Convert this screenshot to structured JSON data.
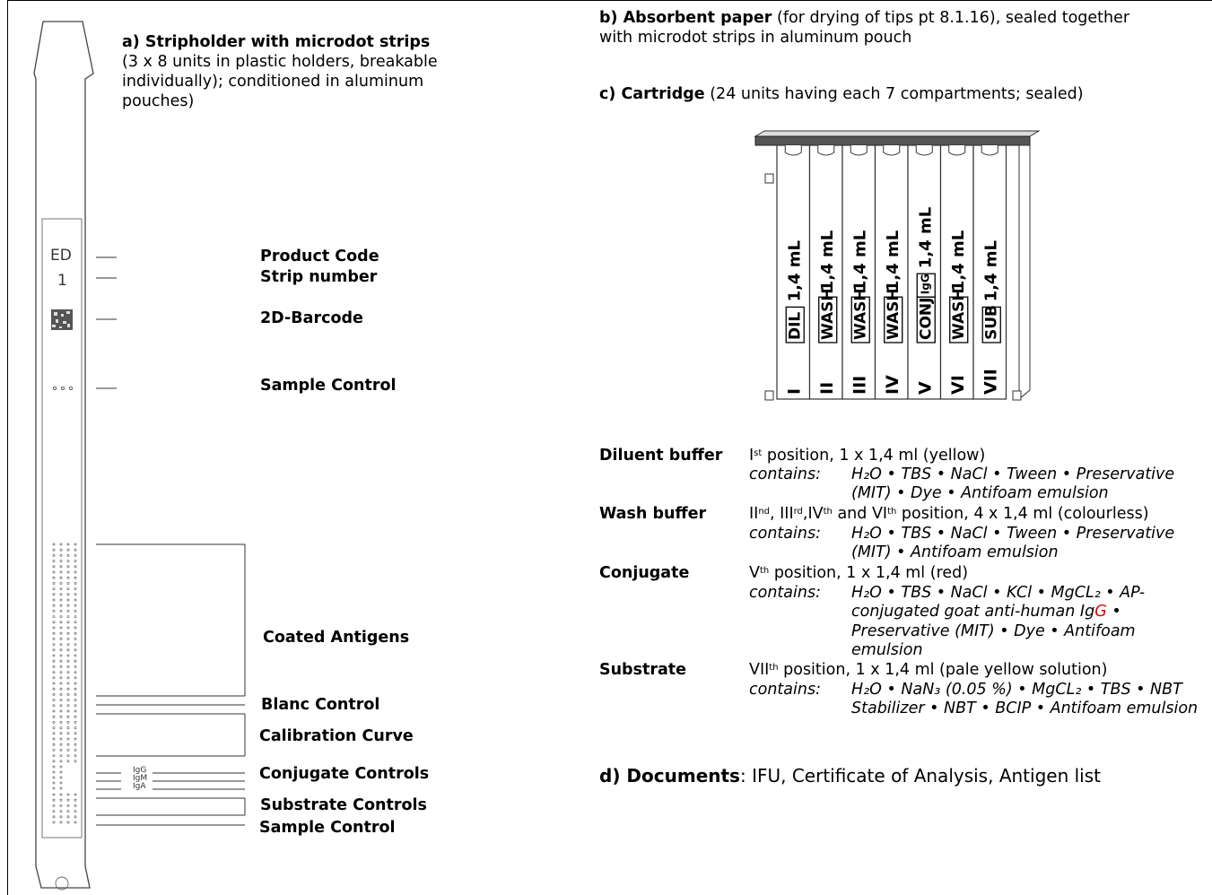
{
  "section_a": {
    "title": "a) Stripholder with microdot strips",
    "desc_line1": "(3 x 8 units in plastic holders, breakable",
    "desc_line2": "individually); conditioned in aluminum",
    "desc_line3": "pouches)"
  },
  "strip": {
    "product_code": "ED",
    "strip_number": "1",
    "ig_labels": [
      "IgG",
      "IgM",
      "IgA"
    ]
  },
  "strip_labels": {
    "product_code": "Product Code",
    "strip_number": "Strip number",
    "barcode": "2D-Barcode",
    "sample_control_top": "Sample Control",
    "coated_antigens": "Coated Antigens",
    "blanc_control": "Blanc Control",
    "calibration_curve": "Calibration Curve",
    "conjugate_controls": "Conjugate Controls",
    "substrate_controls": "Substrate Controls",
    "sample_control_bottom": "Sample Control"
  },
  "section_b": {
    "title": "b) Absorbent paper",
    "desc_line1": " (for drying of tips pt 8.1.16), sealed together",
    "desc_line2": "with microdot strips in aluminum pouch"
  },
  "section_c": {
    "title": "c) Cartridge",
    "desc": " (24 units having each 7 compartments; sealed)"
  },
  "cartridge": {
    "compartments": [
      {
        "numeral": "I",
        "tag": "DIL",
        "volume": "1,4 mL"
      },
      {
        "numeral": "II",
        "tag": "WASH",
        "volume": "1,4 mL"
      },
      {
        "numeral": "III",
        "tag": "WASH",
        "volume": "1,4 mL"
      },
      {
        "numeral": "IV",
        "tag": "WASH",
        "volume": "1,4 mL"
      },
      {
        "numeral": "V",
        "tag": "CONJ",
        "tag2": "IgG",
        "volume": "1,4 mL"
      },
      {
        "numeral": "VI",
        "tag": "WASH",
        "volume": "1,4 mL"
      },
      {
        "numeral": "VII",
        "tag": "SUB",
        "volume": "1,4 mL"
      }
    ]
  },
  "reagents": {
    "contains_label": "contains:",
    "diluent": {
      "name": "Diluent buffer",
      "pos_ord": "I",
      "pos_sup": "st",
      "pos_rest": " position, 1 x 1,4 ml (yellow)",
      "line1": "H₂O • TBS • NaCl • Tween •  Preservative",
      "line2": "(MIT) • Dye • Antifoam emulsion"
    },
    "wash": {
      "name": "Wash buffer",
      "p1": "II",
      "s1": "nd",
      "p2": ", III",
      "s2": "rd",
      "p3": ",IV",
      "s3": "th",
      "p4": " and VI",
      "s4": "th",
      "pos_rest": " position, 4 x 1,4 ml (colourless)",
      "line1": "H₂O • TBS • NaCl • Tween •  Preservative",
      "line2": "(MIT) • Antifoam emulsion"
    },
    "conjugate": {
      "name": "Conjugate",
      "pos_ord": "V",
      "pos_sup": "th",
      "pos_rest": " position, 1 x 1,4 ml (red)",
      "line1": "H₂O •  TBS • NaCl • KCl • MgCL₂ •  AP-",
      "line2a": "conjugated goat anti-human Ig",
      "line2_red": "G",
      "line2b": " •",
      "line3": "Preservative (MIT) • Dye • Antifoam",
      "line4": "emulsion"
    },
    "substrate": {
      "name": "Substrate",
      "pos_ord": "VII",
      "pos_sup": "th",
      "pos_rest": " position, 1 x 1,4 ml (pale yellow solution)",
      "line1": "H₂O • NaN₃ (0.05 %) • MgCL₂ • TBS • NBT",
      "line2": "Stabilizer • NBT • BCIP • Antifoam emulsion"
    }
  },
  "section_d": {
    "title": "d) Documents",
    "desc": ": IFU, Certificate of Analysis, Antigen list"
  }
}
